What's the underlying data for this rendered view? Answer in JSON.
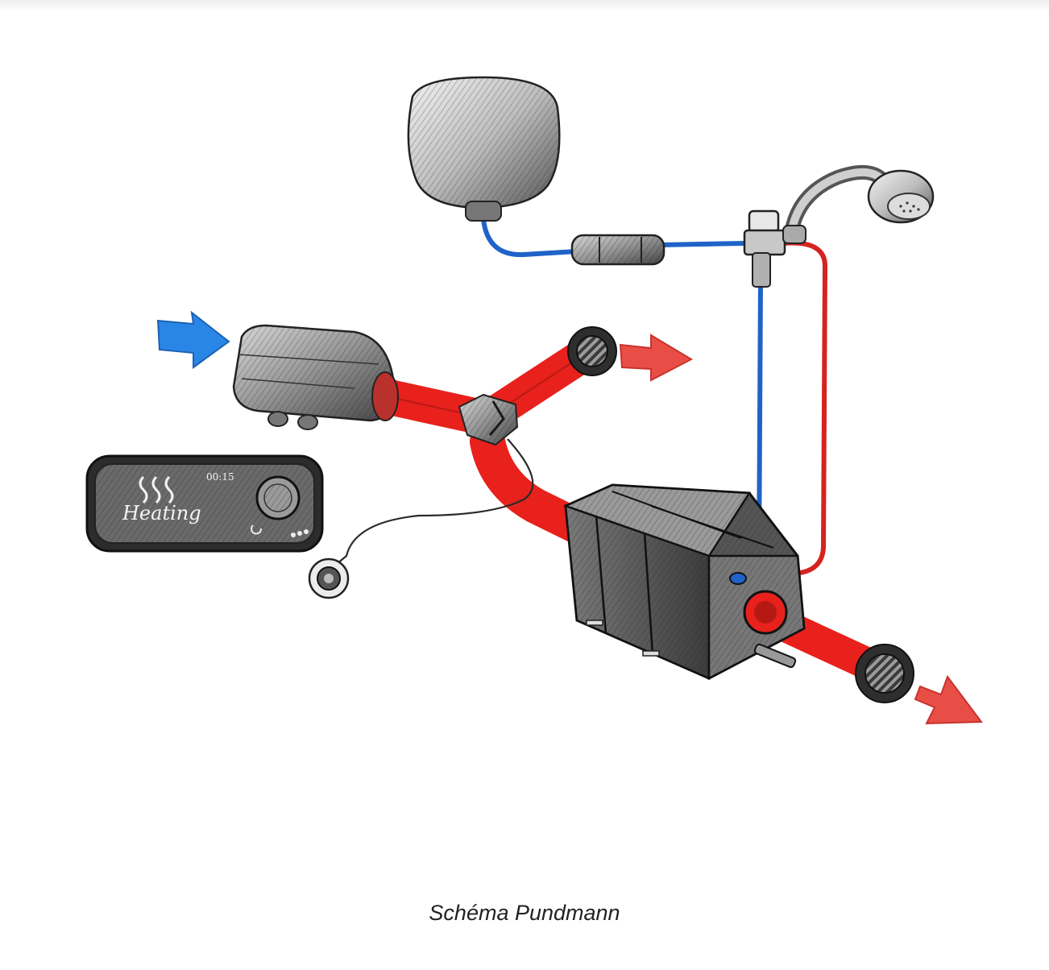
{
  "caption": "Schéma Pundmann",
  "control_panel": {
    "mode_label": "Heating",
    "time_display": "00:15"
  },
  "colors": {
    "hot_duct": "#e8211c",
    "cold_water_pipe": "#1f63c8",
    "hot_water_pipe": "#d52420",
    "air_inlet_arrow": "#2a86e6",
    "air_outlet_arrow": "#e73b33",
    "metal": "#8a8a8a"
  },
  "icons": {
    "inlet": "blue-arrow-icon",
    "outlet": "red-arrow-icon",
    "heat": "steam-waves-icon"
  }
}
